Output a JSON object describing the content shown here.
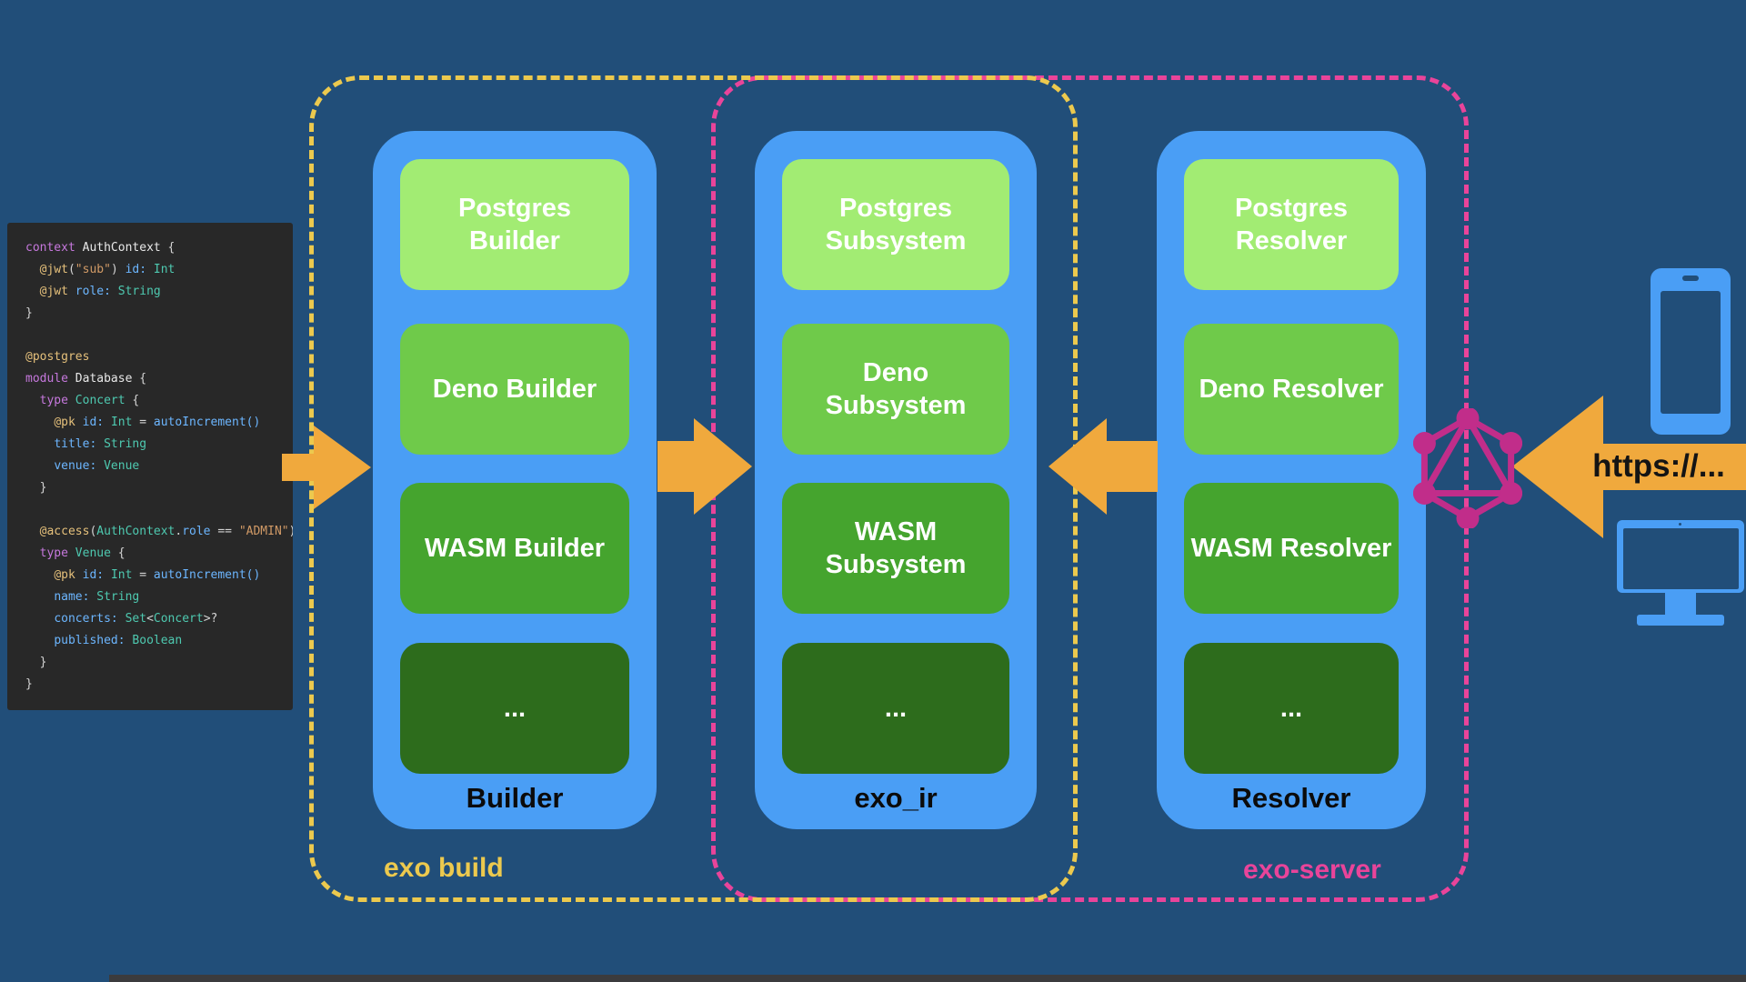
{
  "code": {
    "lines": [
      [
        [
          "kw",
          "context "
        ],
        [
          "wh",
          "AuthContext "
        ],
        [
          "pl",
          "{"
        ]
      ],
      [
        [
          "pl",
          "  "
        ],
        [
          "dec",
          "@jwt"
        ],
        [
          "pl",
          "("
        ],
        [
          "str",
          "\"sub\""
        ],
        [
          "pl",
          ") "
        ],
        [
          "fld",
          "id:"
        ],
        [
          "pl",
          " "
        ],
        [
          "typ",
          "Int"
        ]
      ],
      [
        [
          "pl",
          "  "
        ],
        [
          "dec",
          "@jwt "
        ],
        [
          "fld",
          "role:"
        ],
        [
          "pl",
          " "
        ],
        [
          "typ",
          "String"
        ]
      ],
      [
        [
          "pl",
          "}"
        ]
      ],
      [],
      [
        [
          "dec",
          "@postgres"
        ]
      ],
      [
        [
          "kw",
          "module "
        ],
        [
          "wh",
          "Database "
        ],
        [
          "pl",
          "{"
        ]
      ],
      [
        [
          "pl",
          "  "
        ],
        [
          "kw",
          "type "
        ],
        [
          "typ",
          "Concert "
        ],
        [
          "pl",
          "{"
        ]
      ],
      [
        [
          "pl",
          "    "
        ],
        [
          "dec",
          "@pk "
        ],
        [
          "fld",
          "id:"
        ],
        [
          "pl",
          " "
        ],
        [
          "typ",
          "Int"
        ],
        [
          "pl",
          " = "
        ],
        [
          "fn",
          "autoIncrement()"
        ]
      ],
      [
        [
          "pl",
          "    "
        ],
        [
          "fld",
          "title:"
        ],
        [
          "pl",
          " "
        ],
        [
          "typ",
          "String"
        ]
      ],
      [
        [
          "pl",
          "    "
        ],
        [
          "fld",
          "venue:"
        ],
        [
          "pl",
          " "
        ],
        [
          "typ",
          "Venue"
        ]
      ],
      [
        [
          "pl",
          "  }"
        ]
      ],
      [],
      [
        [
          "pl",
          "  "
        ],
        [
          "dec",
          "@access"
        ],
        [
          "pl",
          "("
        ],
        [
          "typ",
          "AuthContext"
        ],
        [
          "pl",
          "."
        ],
        [
          "fld",
          "role"
        ],
        [
          "pl",
          " == "
        ],
        [
          "str",
          "\"ADMIN\""
        ],
        [
          "pl",
          ")"
        ]
      ],
      [
        [
          "pl",
          "  "
        ],
        [
          "kw",
          "type "
        ],
        [
          "typ",
          "Venue "
        ],
        [
          "pl",
          "{"
        ]
      ],
      [
        [
          "pl",
          "    "
        ],
        [
          "dec",
          "@pk "
        ],
        [
          "fld",
          "id:"
        ],
        [
          "pl",
          " "
        ],
        [
          "typ",
          "Int"
        ],
        [
          "pl",
          " = "
        ],
        [
          "fn",
          "autoIncrement()"
        ]
      ],
      [
        [
          "pl",
          "    "
        ],
        [
          "fld",
          "name:"
        ],
        [
          "pl",
          " "
        ],
        [
          "typ",
          "String"
        ]
      ],
      [
        [
          "pl",
          "    "
        ],
        [
          "fld",
          "concerts:"
        ],
        [
          "pl",
          " "
        ],
        [
          "typ",
          "Set"
        ],
        [
          "pl",
          "<"
        ],
        [
          "typ",
          "Concert"
        ],
        [
          "pl",
          ">?"
        ]
      ],
      [
        [
          "pl",
          "    "
        ],
        [
          "fld",
          "published:"
        ],
        [
          "pl",
          " "
        ],
        [
          "typ",
          "Boolean"
        ]
      ],
      [
        [
          "pl",
          "  }"
        ]
      ],
      [
        [
          "pl",
          "}"
        ]
      ]
    ]
  },
  "columns": [
    {
      "label": "Builder",
      "boxes": [
        [
          "Postgres",
          "Builder"
        ],
        [
          "Deno Builder"
        ],
        [
          "WASM Builder"
        ],
        [
          "..."
        ]
      ]
    },
    {
      "label": "exo_ir",
      "boxes": [
        [
          "Postgres",
          "Subsystem"
        ],
        [
          "Deno",
          "Subsystem"
        ],
        [
          "WASM",
          "Subsystem"
        ],
        [
          "..."
        ]
      ]
    },
    {
      "label": "Resolver",
      "boxes": [
        [
          "Postgres",
          "Resolver"
        ],
        [
          "Deno Resolver"
        ],
        [
          "WASM Resolver"
        ],
        [
          "..."
        ]
      ]
    }
  ],
  "groups": {
    "build": {
      "label": "exo build",
      "color": "#ecc94e"
    },
    "server": {
      "label": "exo-server",
      "color": "#e9449a"
    }
  },
  "http_arrow": {
    "label": "https://..."
  },
  "icons": {
    "graphql": "graphql-hexagon-logo",
    "phone": "smartphone",
    "monitor": "desktop-monitor",
    "flow_arrows": [
      "right",
      "right",
      "left",
      "left"
    ]
  },
  "colors": {
    "background": "#214e79",
    "column_blue": "#4a9ef5",
    "box_green_light": "#a2ec73",
    "box_green_mid": "#6fca4a",
    "box_green_dark": "#45a42e",
    "box_green_darkest": "#2d6c1c",
    "arrow_orange": "#f0a93d",
    "build_yellow": "#ecc94e",
    "server_pink": "#e9449a",
    "graphql_magenta": "#c12d8a",
    "code_bg": "#282828"
  }
}
